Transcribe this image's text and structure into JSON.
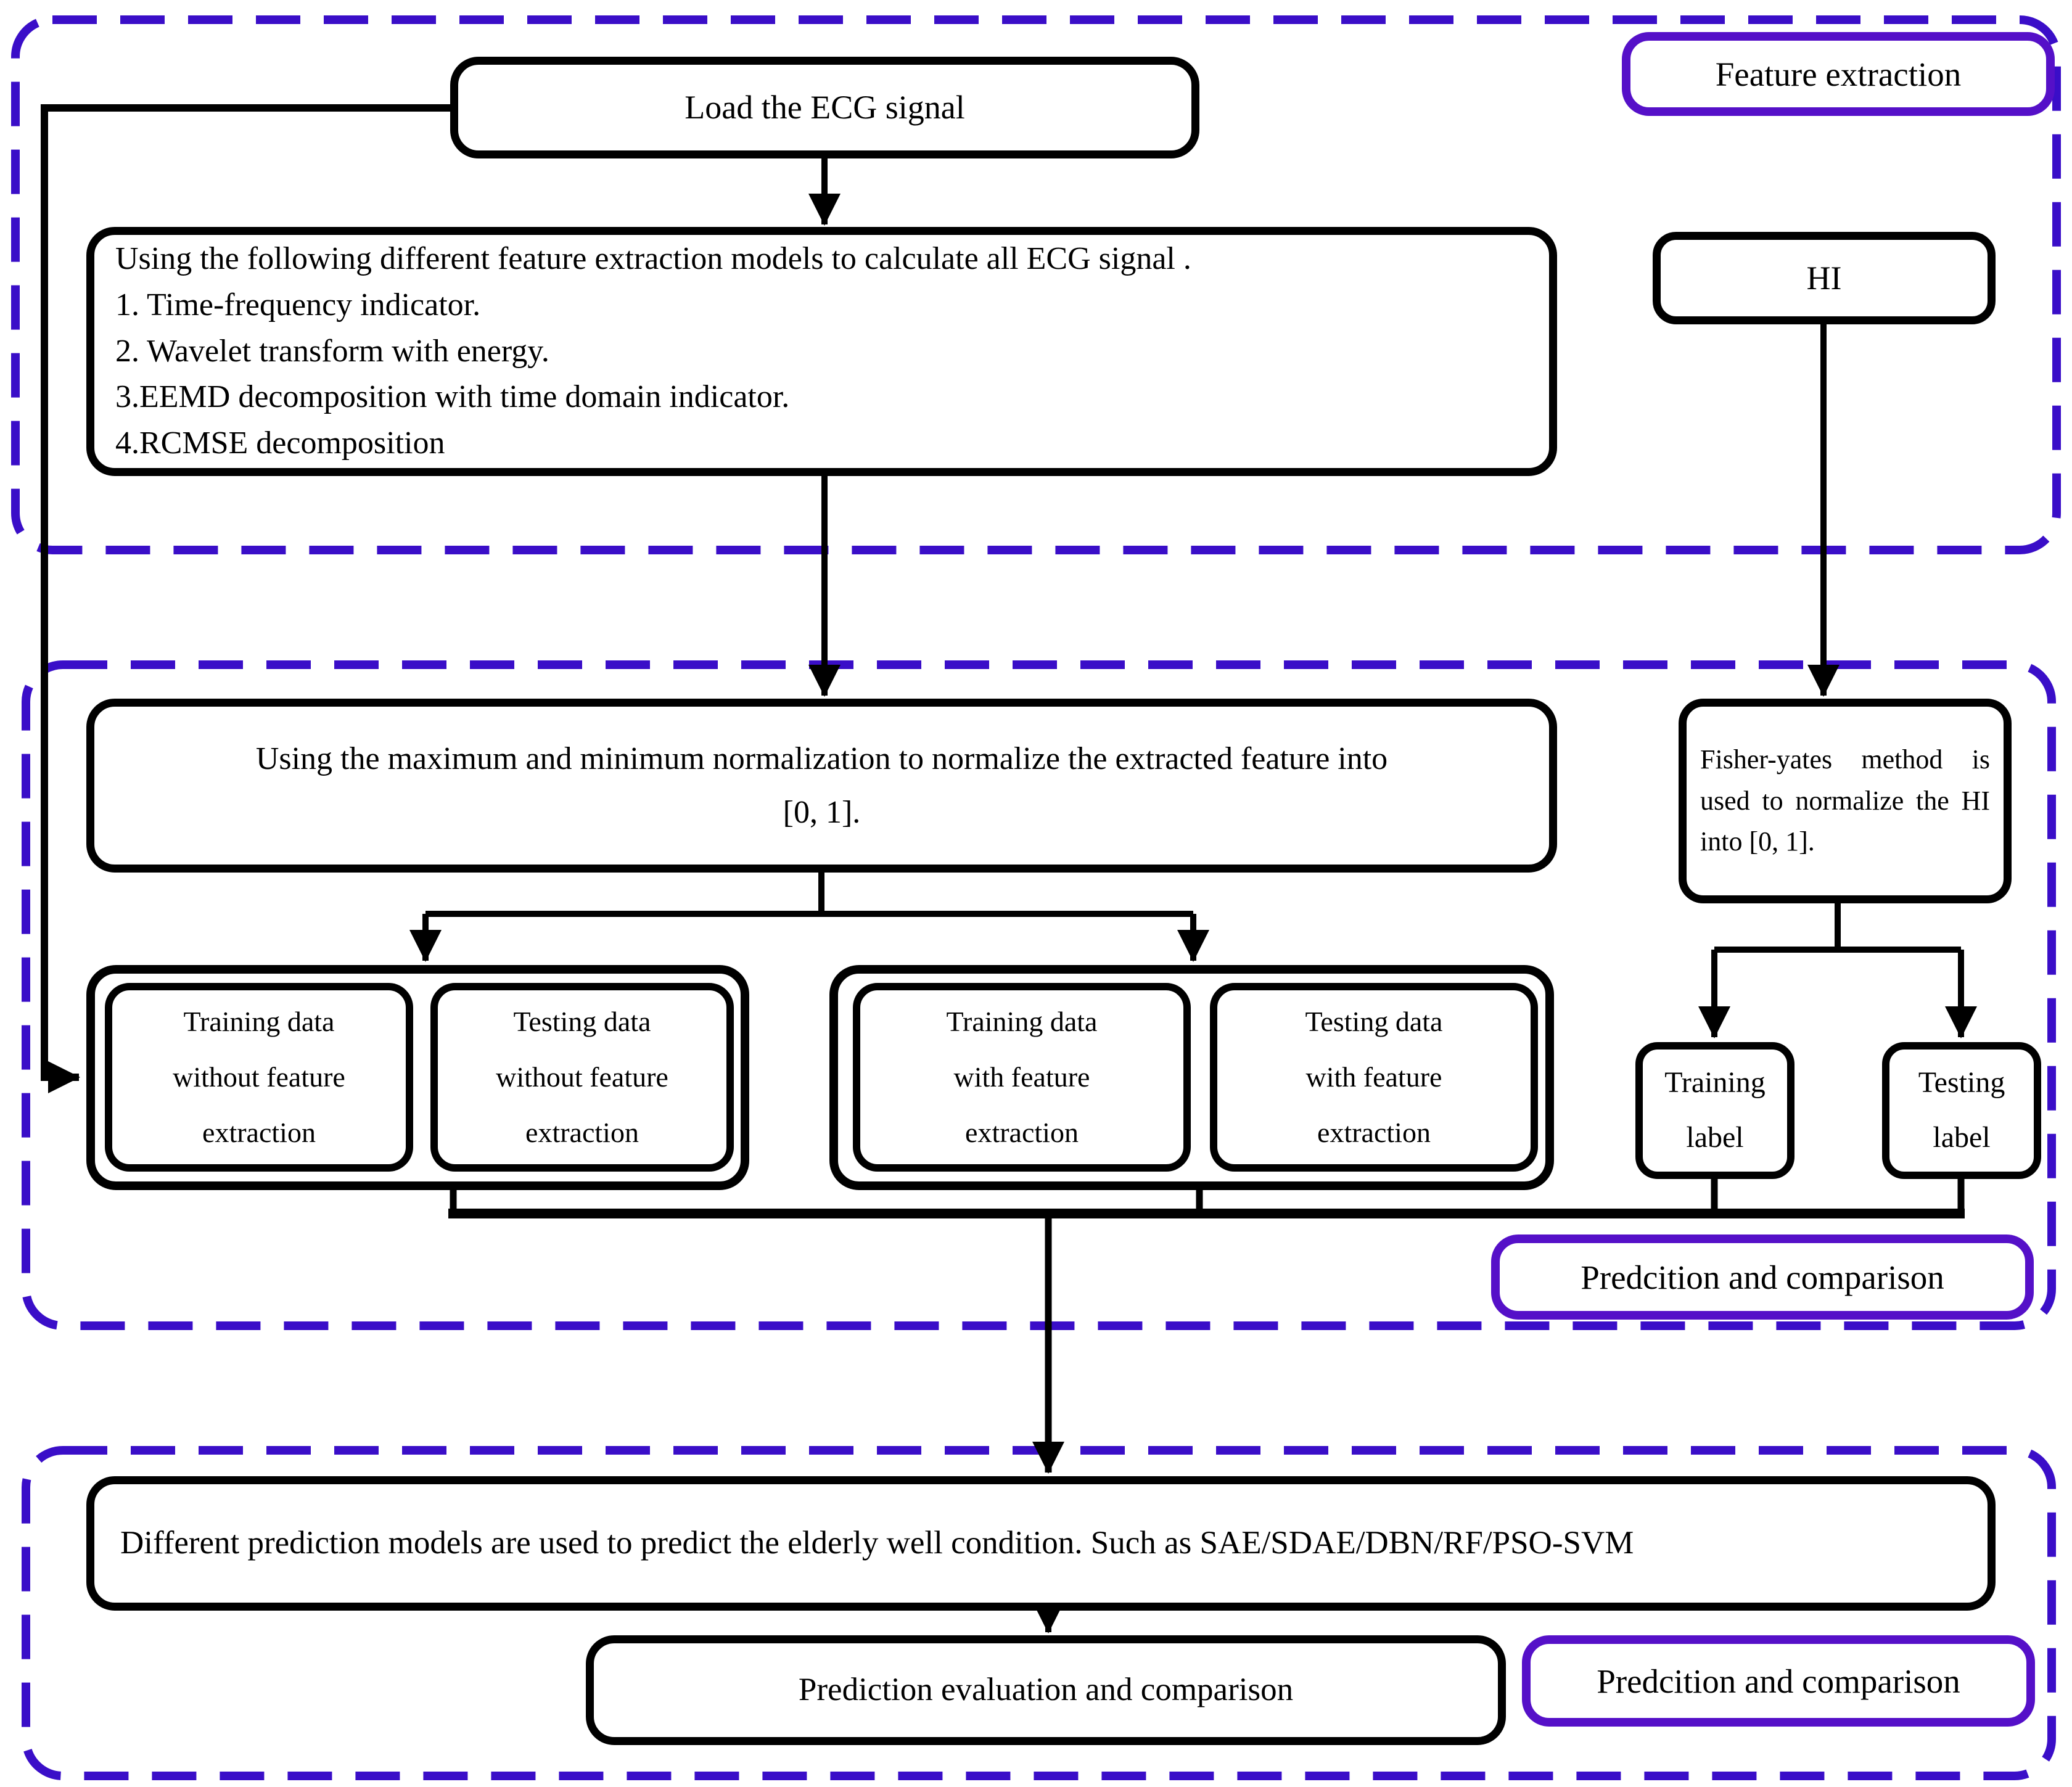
{
  "title": "ECG feature extraction and prediction flowchart",
  "colors": {
    "dashed_section_border": "#3a0ec8",
    "label_border": "#5510c8",
    "box_border": "#000000",
    "background": "#ffffff"
  },
  "section_labels": {
    "feature_extraction": "Feature extraction",
    "prediction_middle": "Predcition and comparison",
    "prediction_bottom": "Predcition and comparison"
  },
  "nodes": {
    "load_ecg": "Load the ECG signal",
    "hi": "HI",
    "feature_models": [
      "Using the following different  feature extraction models to calculate all ECG signal .",
      "1. Time-frequency indicator.",
      "2. Wavelet transform with energy.",
      "3.EEMD decomposition with time domain indicator.",
      "4.RCMSE decomposition"
    ],
    "normalize": [
      "Using the maximum and minimum normalization to normalize the extracted feature into",
      "[0, 1]."
    ],
    "fisher": [
      "Fisher-yates method is",
      "used to normalize the HI",
      "into [0, 1]."
    ],
    "training_no_fe": [
      "Training data",
      "without feature",
      "extraction"
    ],
    "testing_no_fe": [
      "Testing data",
      "without feature",
      "extraction"
    ],
    "training_fe": [
      "Training data",
      "with feature",
      "extraction"
    ],
    "testing_fe": [
      "Testing data",
      "with feature",
      "extraction"
    ],
    "training_label": [
      "Training",
      "label"
    ],
    "testing_label": [
      "Testing",
      "label"
    ],
    "prediction_models": "Different prediction models are used to predict the elderly well condition. Such as SAE/SDAE/DBN/RF/PSO-SVM",
    "evaluation": "Prediction evaluation and comparison"
  }
}
